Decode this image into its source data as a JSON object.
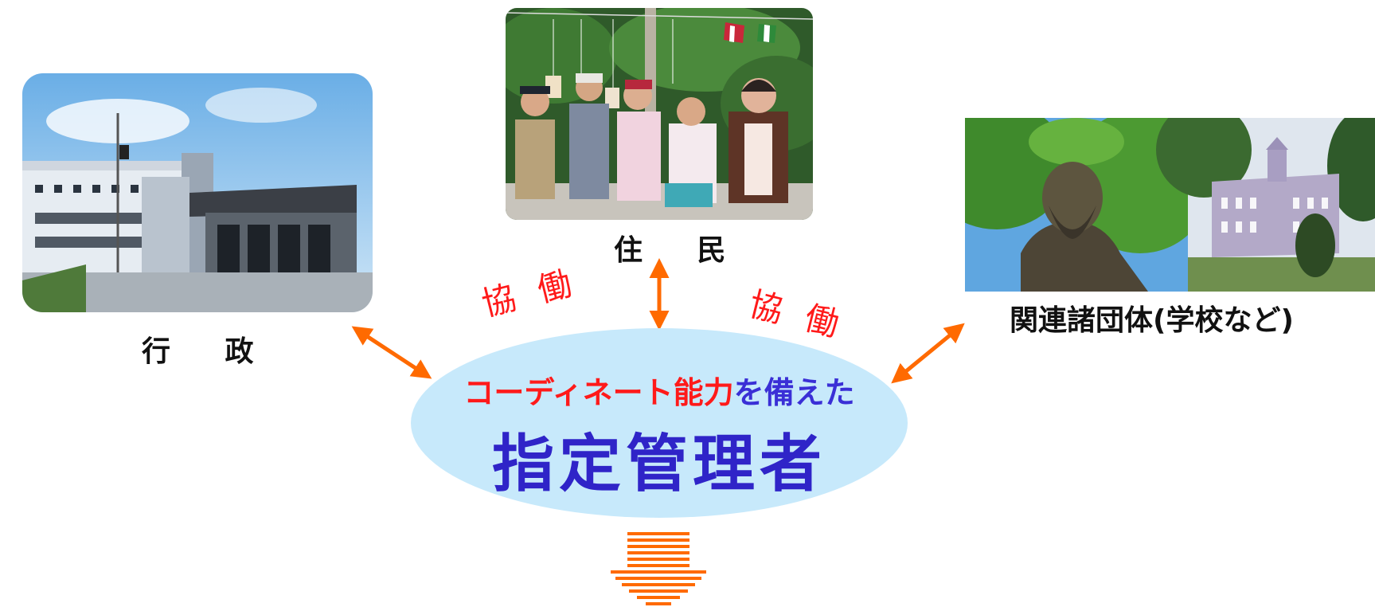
{
  "labels": {
    "government": "行 政",
    "residents": "住 民",
    "organizations": "関連諸団体(学校など)"
  },
  "collaboration": {
    "left": "協働",
    "right": "協働"
  },
  "center": {
    "subtitle_red": "コーディネート能力",
    "subtitle_blue": "を備えた",
    "title": "指定管理者"
  },
  "colors": {
    "arrow": "#ff6a00",
    "collaboration_text": "#ff1a1a",
    "title_text": "#2f24c8",
    "oval_fill": "#c7e9fb"
  }
}
